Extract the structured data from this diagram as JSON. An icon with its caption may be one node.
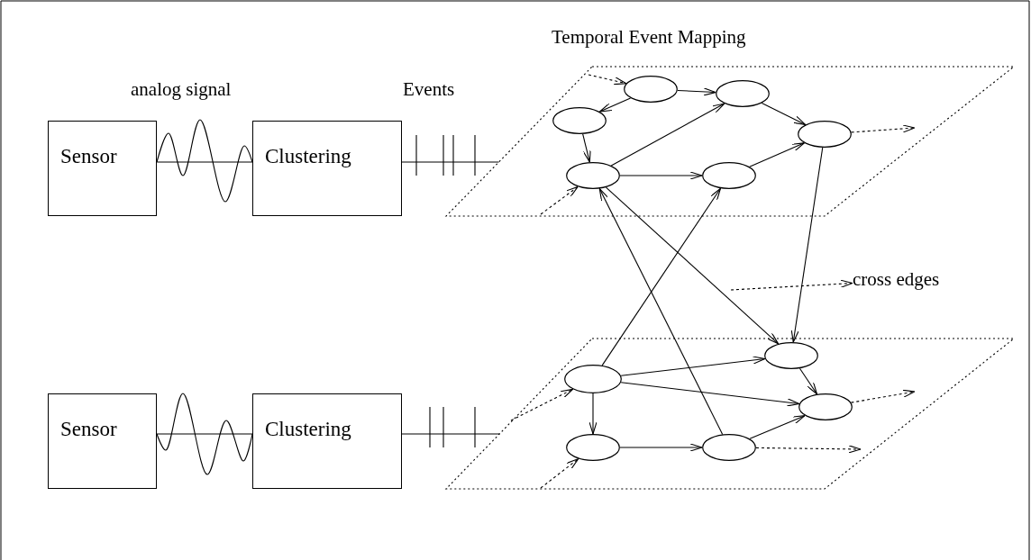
{
  "diagram": {
    "nodes": [
      {
        "text": [
          "Sensor"
        ]
      },
      {
        "text": [
          "Clustering"
        ]
      },
      {
        "text": [
          "Temporal Event Mapping"
        ]
      },
      {
        "text": [],
        "shape": "ellipse",
        "in": 2
      },
      {
        "text": [],
        "shape": "ellipse",
        "in": 2
      },
      {
        "text": [],
        "shape": "ellipse",
        "in": 2
      },
      {
        "text": [],
        "shape": "ellipse",
        "in": 2
      },
      {
        "text": [],
        "shape": "ellipse",
        "in": 2
      },
      {
        "text": [],
        "shape": "ellipse",
        "in": 2
      },
      {
        "text": [
          "cross edges"
        ]
      },
      {
        "text": [
          "Sensor"
        ]
      },
      {
        "text": [
          "Clustering"
        ]
      },
      {
        "text": [],
        "shape": "parallelogram"
      },
      {
        "text": [],
        "shape": "ellipse",
        "in": 12
      },
      {
        "text": [],
        "shape": "ellipse",
        "in": 12
      },
      {
        "text": [],
        "shape": "ellipse",
        "in": 12
      },
      {
        "text": [],
        "shape": "ellipse",
        "in": 12
      },
      {
        "text": [],
        "shape": "ellipse",
        "in": 12
      }
    ],
    "edges": [
      {
        "from": 0,
        "to": 1,
        "arrow": "none"
      },
      {
        "from": 1,
        "to": 2,
        "arrow": "none"
      },
      {
        "from": null,
        "to": 3,
        "arrow": "to",
        "style": "dashed"
      },
      {
        "from": 3,
        "to": 5,
        "arrow": "to"
      },
      {
        "from": 3,
        "to": 4,
        "arrow": "to"
      },
      {
        "from": 5,
        "to": 7,
        "arrow": "to"
      },
      {
        "from": 7,
        "to": 4,
        "arrow": "to"
      },
      {
        "from": 7,
        "to": 8,
        "arrow": "to"
      },
      {
        "from": 4,
        "to": 6,
        "arrow": "to"
      },
      {
        "from": 8,
        "to": 6,
        "arrow": "to"
      },
      {
        "from": 6,
        "to": null,
        "arrow": "to",
        "style": "dashed"
      },
      {
        "from": null,
        "to": 7,
        "arrow": "to",
        "style": "dashed"
      },
      {
        "from": 6,
        "to": 13,
        "arrow": "to"
      },
      {
        "from": 7,
        "to": 13,
        "arrow": "to"
      },
      {
        "from": 17,
        "to": 7,
        "arrow": "to"
      },
      {
        "from": 14,
        "to": 8,
        "arrow": "to"
      },
      {
        "from": null,
        "to": 9,
        "arrow": "to",
        "style": "dashed"
      },
      {
        "from": 10,
        "to": 11,
        "arrow": "none"
      },
      {
        "from": 11,
        "to": 12,
        "arrow": "none"
      },
      {
        "from": null,
        "to": 14,
        "arrow": "to",
        "style": "dashed"
      },
      {
        "from": 14,
        "to": 13,
        "arrow": "to"
      },
      {
        "from": 14,
        "to": 15,
        "arrow": "to"
      },
      {
        "from": 14,
        "to": 16,
        "arrow": "to"
      },
      {
        "from": 13,
        "to": 15,
        "arrow": "to"
      },
      {
        "from": 16,
        "to": 17,
        "arrow": "to"
      },
      {
        "from": 17,
        "to": 15,
        "arrow": "to"
      },
      {
        "from": 15,
        "to": null,
        "arrow": "to",
        "style": "dashed"
      },
      {
        "from": 17,
        "to": null,
        "arrow": "to",
        "style": "dashed"
      },
      {
        "from": null,
        "to": 16,
        "arrow": "to",
        "style": "dashed"
      }
    ],
    "labels": [
      "analog signal",
      "Events"
    ]
  }
}
